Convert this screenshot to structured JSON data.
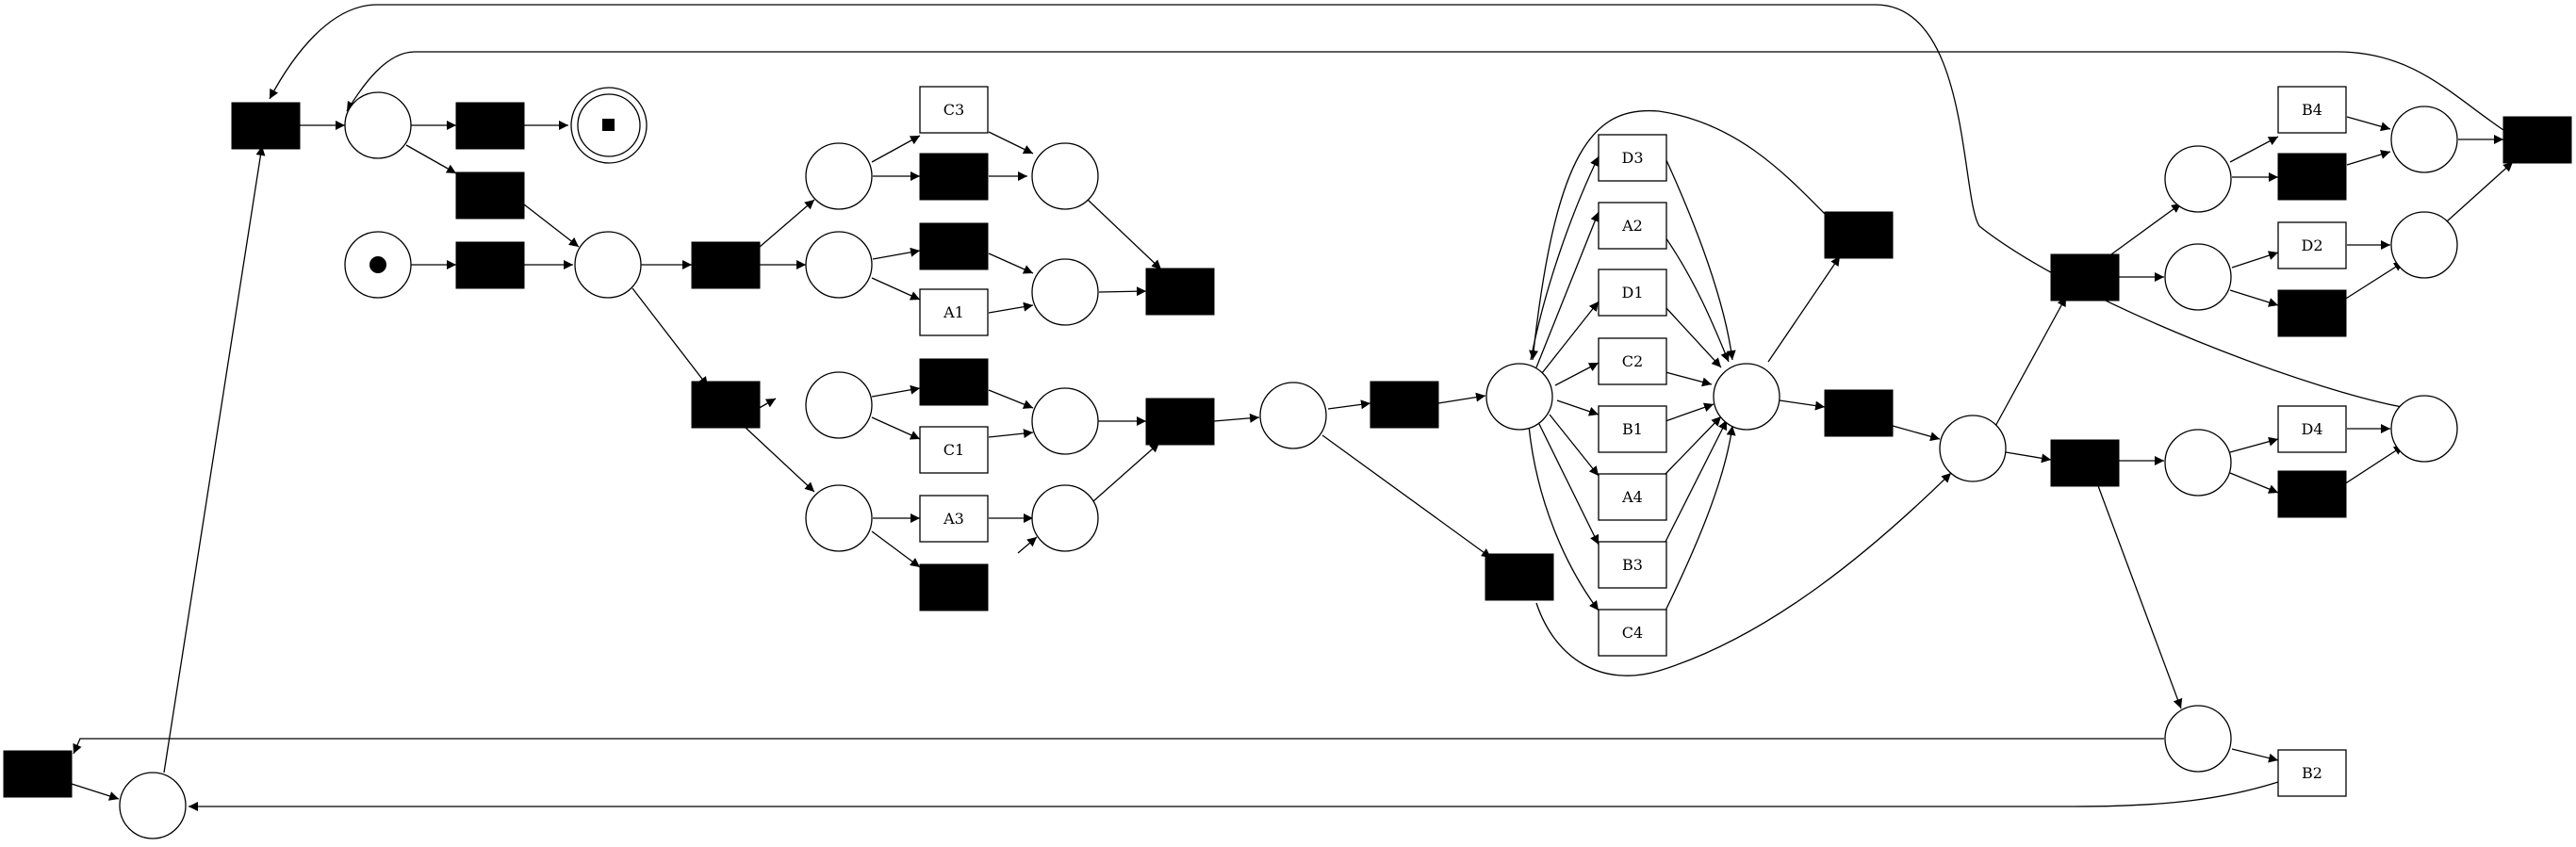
{
  "diagram": {
    "type": "petri-net",
    "colors": {
      "stroke": "#000000",
      "fill": "#ffffff",
      "silent": "#000000"
    },
    "transitions": [
      {
        "id": "tC3",
        "label": "C3"
      },
      {
        "id": "tA1",
        "label": "A1"
      },
      {
        "id": "tC1",
        "label": "C1"
      },
      {
        "id": "tA3",
        "label": "A3"
      },
      {
        "id": "tD3",
        "label": "D3"
      },
      {
        "id": "tA2",
        "label": "A2"
      },
      {
        "id": "tD1",
        "label": "D1"
      },
      {
        "id": "tC2",
        "label": "C2"
      },
      {
        "id": "tB1",
        "label": "B1"
      },
      {
        "id": "tA4",
        "label": "A4"
      },
      {
        "id": "tB3",
        "label": "B3"
      },
      {
        "id": "tC4",
        "label": "C4"
      },
      {
        "id": "tB4",
        "label": "B4"
      },
      {
        "id": "tD2",
        "label": "D2"
      },
      {
        "id": "tD4",
        "label": "D4"
      },
      {
        "id": "tB2",
        "label": "B2"
      }
    ],
    "initial_marking": "start-place",
    "final_marking": "end-place"
  }
}
